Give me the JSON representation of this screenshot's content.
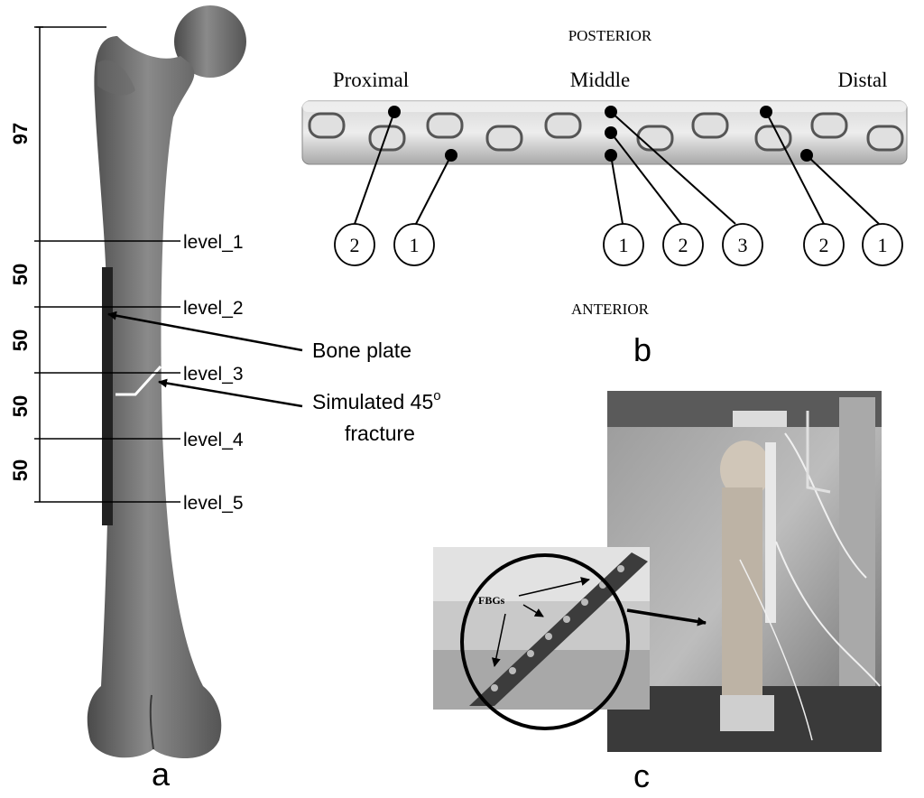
{
  "panel_a": {
    "dimensions": [
      "97",
      "50",
      "50",
      "50",
      "50"
    ],
    "levels": [
      "level_1",
      "level_2",
      "level_3",
      "level_4",
      "level_5"
    ],
    "bone_plate_label": "Bone plate",
    "fracture_label_line1": "Simulated 45",
    "fracture_label_sup": "o",
    "fracture_label_line2": "fracture",
    "panel_letter": "a"
  },
  "panel_b": {
    "posterior_label": "POSTERIOR",
    "anterior_label": "ANTERIOR",
    "section_labels": [
      "Proximal",
      "Middle",
      "Distal"
    ],
    "sensor_numbers": [
      "2",
      "1",
      "1",
      "2",
      "3",
      "2",
      "1"
    ],
    "panel_letter": "b"
  },
  "panel_c": {
    "fbg_label": "FBGs",
    "panel_letter": "c"
  }
}
